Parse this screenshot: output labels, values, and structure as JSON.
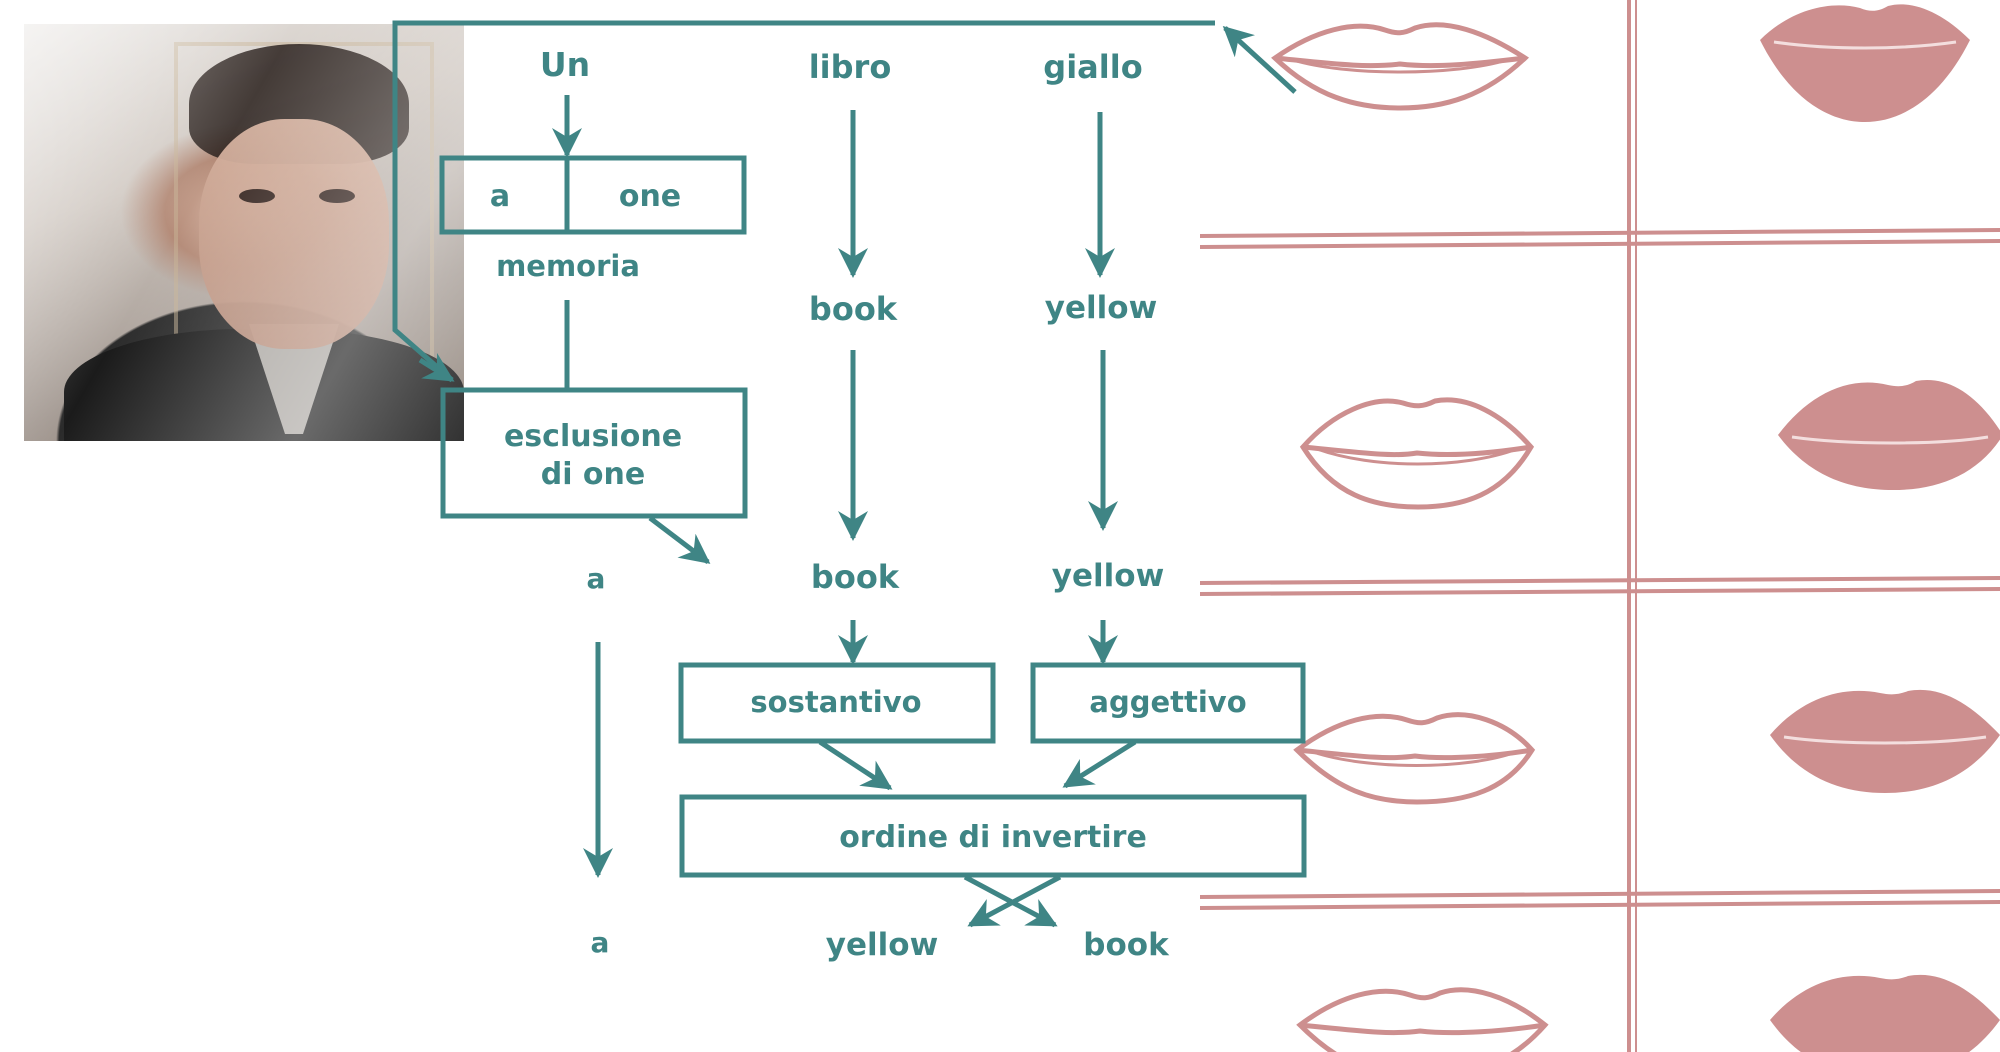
{
  "colors": {
    "ink": "#3f8585",
    "rose": "#c98b8b",
    "rose_fill": "#cd8f8f"
  },
  "labels": {
    "un": "Un",
    "libro": "libro",
    "giallo": "giallo",
    "a_memory": "a",
    "one_memory": "one",
    "memoria": "memoria",
    "book_1": "book",
    "yellow_1": "yellow",
    "esclusione_line1": "esclusione",
    "esclusione_line2": "di one",
    "a_1": "a",
    "book_2": "book",
    "yellow_2": "yellow",
    "sostantivo": "sostantivo",
    "aggettivo": "aggettivo",
    "ordine": "ordine di invertire",
    "a_final": "a",
    "yellow_final": "yellow",
    "book_final": "book"
  },
  "photo": {
    "icon": "portrait-photo"
  }
}
